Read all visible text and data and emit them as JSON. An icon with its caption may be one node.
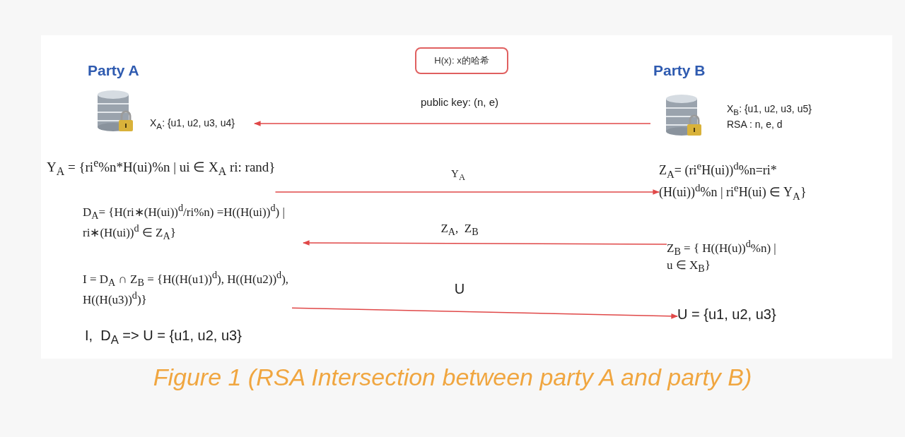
{
  "diagram": {
    "caption": "Figure 1 (RSA Intersection between party A and party B)",
    "nodes": [
      {
        "text": [
          "H(x): x的哈希"
        ]
      },
      {
        "text": [
          "Party A"
        ],
        "beside": [
          "X$_{A}$: {u1, u2, u3, u4}"
        ]
      },
      {
        "text": [
          "Party B"
        ],
        "beside": [
          "X$_{B}$: {u1, u2, u3, u5}",
          "RSA : n, e, d"
        ]
      },
      {
        "text": [
          "Y$_{A}$ = {ri$^{e}$%n*H(ui)%n | ui ∈ X$_{A}$ ri: rand}"
        ]
      },
      {
        "text": [
          "Z$_{A}$= (ri$^{e}$H(ui))$^{d}$%n=ri*(H(ui))$^{d}$%n | ri$^{e}$H(ui) ∈ Y$_{A}$}"
        ]
      },
      {
        "text": [
          "D$_{A}$= {H(ri∗(H(ui))$^{d}$/ri%n) =H((H(ui))$^{d}$) | ri∗(H(ui))$^{d}$ ∈ Z$_{A}$}"
        ]
      },
      {
        "text": [
          "Z$_{B}$ = { H((H(u))$^{d}$%n) | u ∈ X$_{B}$}"
        ]
      },
      {
        "text": [
          "I = D$_{A}$ ∩ Z$_{B}$ = {H((H(u1))$^{d}$), H((H(u2))$^{d}$), H((H(u3))$^{d}$)}"
        ]
      },
      {
        "text": [
          "U = {u1, u2, u3}"
        ]
      },
      {
        "text": [
          "I,  D$_{A}$ => U = {u1, u2, u3}"
        ]
      }
    ],
    "edges": [
      {
        "from": 2,
        "to": 1,
        "arrow": "to",
        "label": "public key: (n, e)"
      },
      {
        "from": 3,
        "to": 4,
        "arrow": "to",
        "label": "Y$_{A}$"
      },
      {
        "from": 6,
        "to": 5,
        "arrow": "to",
        "label": "Z$_{A}$,  Z$_{B}$"
      },
      {
        "from": 7,
        "to": 8,
        "arrow": "to",
        "label": "U"
      }
    ]
  }
}
